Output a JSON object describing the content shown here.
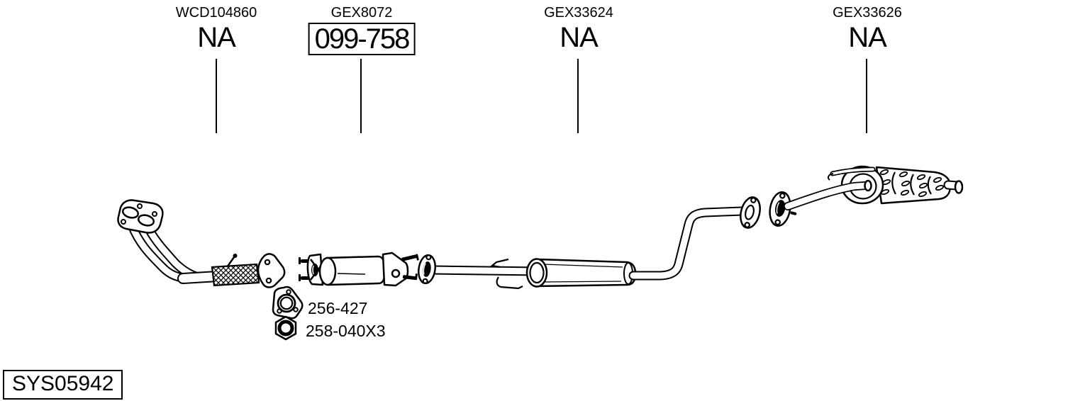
{
  "diagram_id": {
    "label": "SYS05942"
  },
  "callouts": [
    {
      "part_number": "WCD104860",
      "value": "NA",
      "boxed": false
    },
    {
      "part_number": "GEX8072",
      "value": "099-758",
      "boxed": true
    },
    {
      "part_number": "GEX33624",
      "value": "NA",
      "boxed": false
    },
    {
      "part_number": "GEX33626",
      "value": "NA",
      "boxed": false
    }
  ],
  "hardware": [
    {
      "icon": "gasket-icon",
      "label": "256-427"
    },
    {
      "icon": "nut-icon",
      "label": "258-040X3"
    }
  ],
  "colors": {
    "line": "#000000",
    "background": "#ffffff"
  }
}
